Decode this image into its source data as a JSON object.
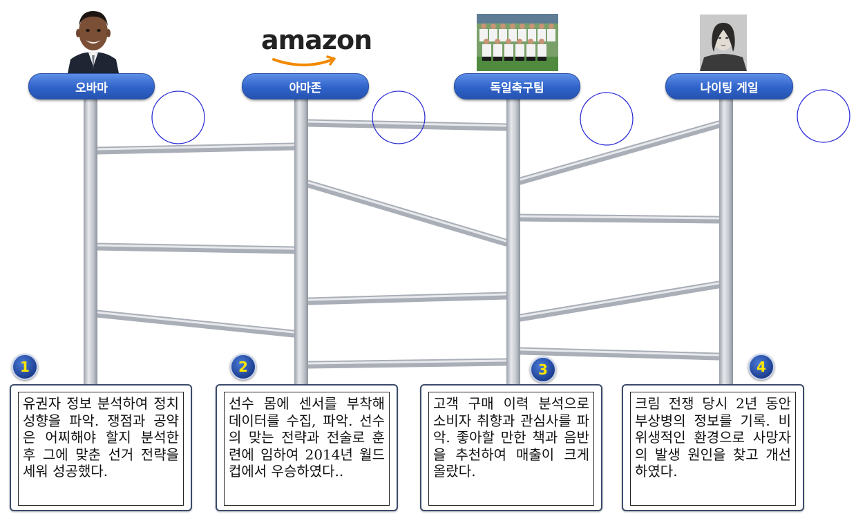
{
  "people": [
    {
      "label": "오바마",
      "number": "1",
      "description": "유권자 정보 분석하여 정치 성향을 파악. 쟁점과 공약은 어찌해야 할지 분석한 후 그에 맞춘 선거 전략을 세워 성공했다."
    },
    {
      "label": "아마존",
      "number": "2",
      "description": "선수 몸에 센서를 부착해 데이터를 수집, 파악. 선수의 맞는 전략과 전술로 훈련에 임하여 2014년 월드컵에서 우승하였다.."
    },
    {
      "label": "독일축구팀",
      "number": "3",
      "description": "고객 구매 이력 분석으로 소비자 취향과 관심사를 파악. 좋아할 만한 책과 음반을 추천하여 매출이 크게 올랐다."
    },
    {
      "label": "나이팅 게일",
      "number": "4",
      "description": "크림 전쟁 당시 2년 동안 부상병의 정보를 기록. 비위생적인 환경으로 사망자의 발생 원인을 찾고 개선하였다."
    }
  ],
  "amazon_logo_text": "amazon",
  "colors": {
    "rail": "#c9ccd3",
    "button": "#2f63c9",
    "badge_text": "#ffe600",
    "circle": "#2a2ad6"
  }
}
